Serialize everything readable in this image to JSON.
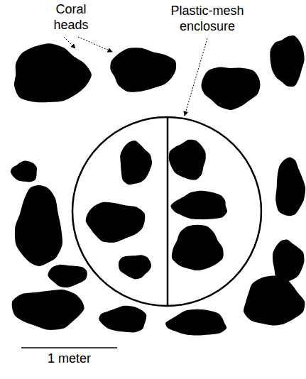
{
  "diagram": {
    "labels": [
      "Coral heads",
      "Plastic-mesh enclosure",
      "1 meter"
    ]
  }
}
